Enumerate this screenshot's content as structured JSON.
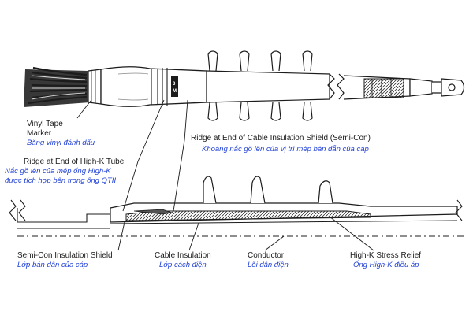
{
  "labels": {
    "vinyl_tape": {
      "line1": "Vinyl Tape",
      "line2": "Marker",
      "vi": "Băng vinyl đánh dấu"
    },
    "high_k_ridge": {
      "en": "Ridge at End of High-K Tube",
      "vi1": "Nắc gồ lên của mép ống High-K",
      "vi2": "được tích hợp bên trong ống QTII"
    },
    "semicon_ridge": {
      "en": "Ridge at End of Cable Insulation Shield (Semi-Con)",
      "vi": "Khoảng nắc gồ lên của vị trí mép bán dẫn của cáp"
    },
    "semicon_shield": {
      "en": "Semi-Con Insulation Shield",
      "vi": "Lớp bán dẫn của cáp"
    },
    "cable_insulation": {
      "en": "Cable Insulation",
      "vi": "Lớp cách điện"
    },
    "conductor": {
      "en": "Conductor",
      "vi": "Lõi dẫn điện"
    },
    "stress_relief": {
      "en": "High-K Stress Relief",
      "vi": "Ống High-K điều áp"
    }
  },
  "colors": {
    "line": "#1a1a1a",
    "english_text": "#1a1a1a",
    "vietnamese_text": "#1f3fd6",
    "dark_fill": "#1c1c1c"
  }
}
